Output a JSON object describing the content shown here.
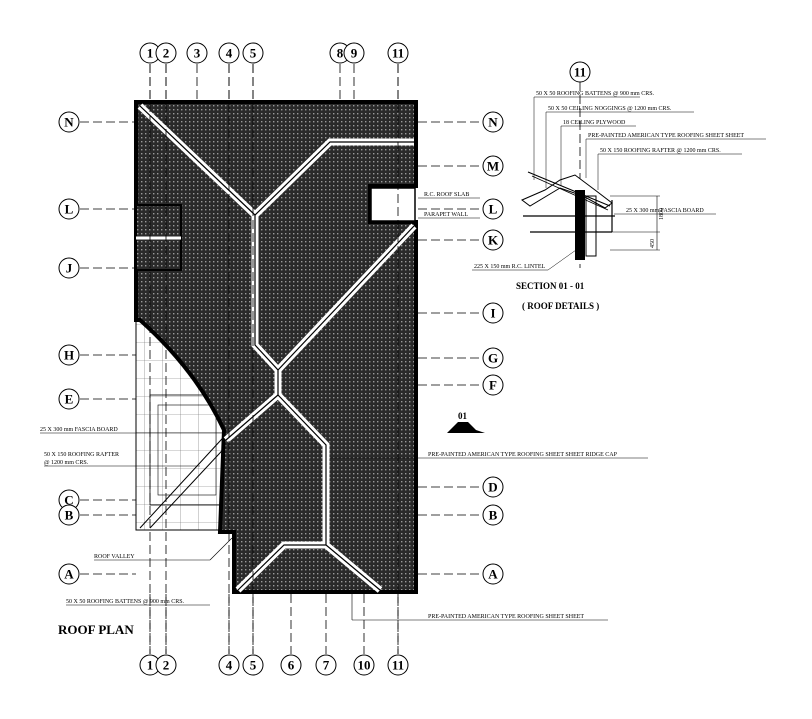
{
  "grid": {
    "top_numbers": [
      "1",
      "2",
      "3",
      "4",
      "5",
      "8",
      "9",
      "11"
    ],
    "bottom_numbers": [
      "1",
      "2",
      "4",
      "5",
      "6",
      "7",
      "10",
      "11"
    ],
    "left_letters": [
      "N",
      "L",
      "J",
      "H",
      "E",
      "C",
      "B",
      "A"
    ],
    "right_letters": [
      "N",
      "M",
      "L",
      "K",
      "I",
      "G",
      "F",
      "D",
      "B",
      "A"
    ],
    "section_grid": "11"
  },
  "titles": {
    "roof_plan": "ROOF PLAN",
    "section": "SECTION 01 - 01",
    "section_sub": "( ROOF DETAILS )",
    "section_marker": "01"
  },
  "notes": {
    "rc_roof_slab": "R.C. ROOF SLAB",
    "parapet_wall": "PARAPET WALL",
    "fascia_board": "25 X 300 mm FASCIA BOARD",
    "roofing_rafter": "50 X 150 ROOFING RAFTER",
    "roofing_rafter_2": "@ 1200 mm CRS.",
    "ridge_cap": "PRE-PAINTED AMERICAN TYPE ROOFING SHEET SHEET RIDGE CAP",
    "roof_valley": "ROOF VALLEY",
    "battens_plan": "50 X 50 ROOFING BATTENS @ 900 mm CRS.",
    "roofing_sheet_plan": "PRE-PAINTED AMERICAN TYPE ROOFING SHEET SHEET"
  },
  "section_notes": {
    "battens": "50 X 50 ROOFING BATTENS @ 900 mm CRS.",
    "ceiling_noggings": "50 X 50 CEILING NOGGINGS @ 1200 mm CRS.",
    "ceiling_plywood": "18 CEILING PLYWOOD",
    "roofing_sheet": "PRE-PAINTED AMERICAN TYPE ROOFING SHEET SHEET",
    "rafter": "50 X 150 ROOFING RAFTER @ 1200 mm CRS.",
    "fascia": "25 X 300 mm FASCIA BOARD",
    "lintel": "225 X 150 mm R.C. LINTEL",
    "dim_1800": "1800",
    "dim_450": "450"
  }
}
